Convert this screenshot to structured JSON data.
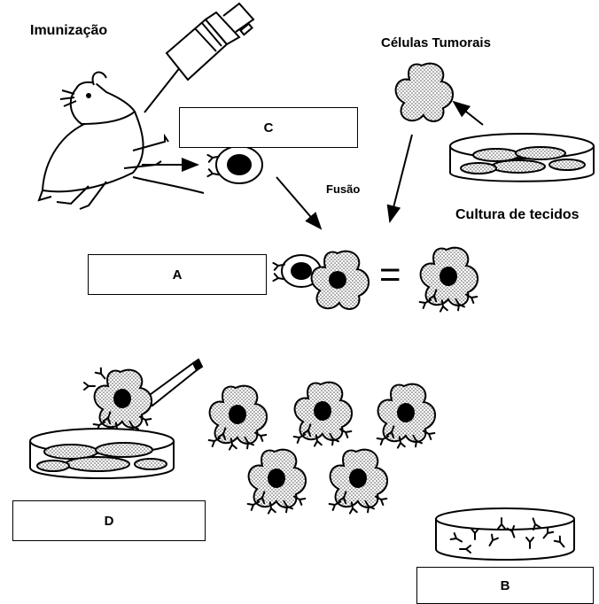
{
  "labels": {
    "immunization": "Imunização",
    "tumor_cells": "Células Tumorais",
    "fusion": "Fusão",
    "tissue_culture": "Cultura de tecidos",
    "equals": "="
  },
  "boxes": {
    "a": "A",
    "b": "B",
    "c": "C",
    "d": "D"
  }
}
